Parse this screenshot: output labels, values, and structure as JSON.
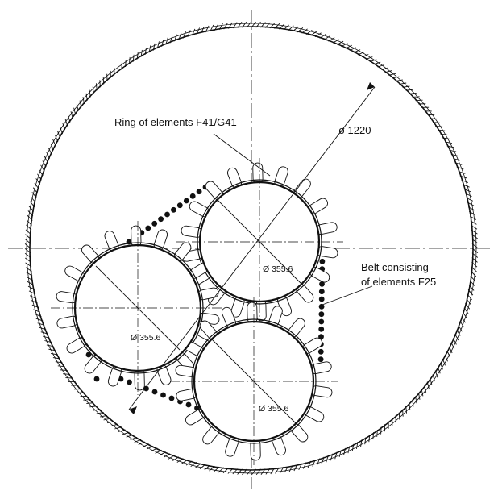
{
  "labels": {
    "ring": "Ring of elements  F41/G41",
    "outer_diameter": "ø 1220",
    "belt_line1": "Belt consisting",
    "belt_line2": "of elements F25",
    "pipe_top": "Ø 355.6",
    "pipe_left": "Ø 355.6",
    "pipe_bottom": "Ø 355.6"
  },
  "colors": {
    "line": "#111111",
    "fill": "#ffffff",
    "belt": "#111111"
  }
}
